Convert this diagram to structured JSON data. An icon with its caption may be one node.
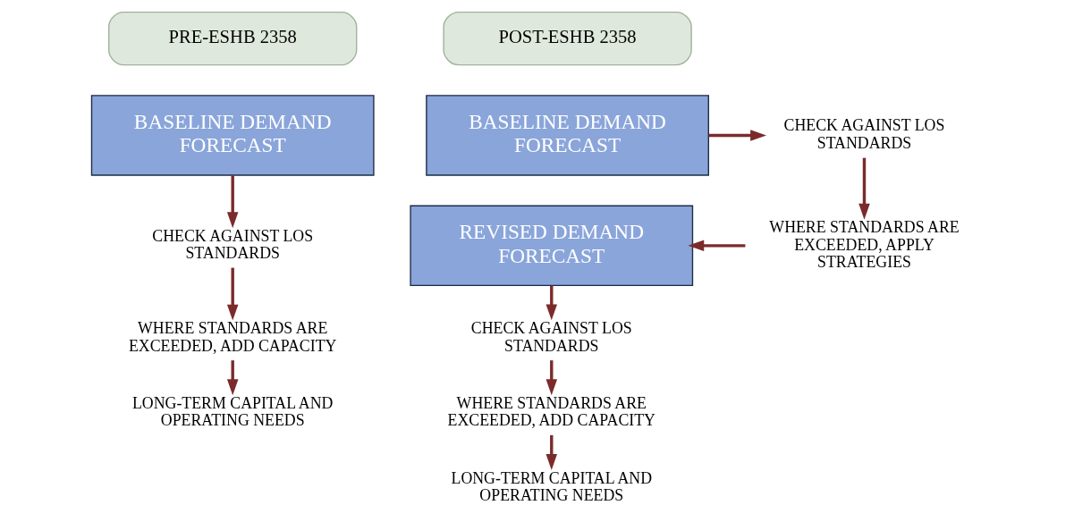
{
  "diagram": {
    "nodes": [
      {
        "text": [
          "PRE-ESHB 2358"
        ]
      },
      {
        "text": [
          "BASELINE DEMAND FORECAST"
        ]
      },
      {
        "text": [
          "CHECK AGAINST LOS STANDARDS"
        ]
      },
      {
        "text": [
          "WHERE STANDARDS ARE EXCEEDED, ADD CAPACITY"
        ]
      },
      {
        "text": [
          "LONG-TERM CAPITAL AND OPERATING NEEDS"
        ]
      },
      {
        "text": [
          "POST-ESHB 2358"
        ]
      },
      {
        "text": [
          "BASELINE DEMAND FORECAST"
        ]
      },
      {
        "text": [
          "CHECK AGAINST LOS STANDARDS"
        ]
      },
      {
        "text": [
          "WHERE STANDARDS ARE EXCEEDED, APPLY STRATEGIES"
        ]
      },
      {
        "text": [
          "REVISED DEMAND FORECAST"
        ]
      },
      {
        "text": [
          "CHECK AGAINST LOS STANDARDS"
        ]
      },
      {
        "text": [
          "WHERE STANDARDS ARE EXCEEDED, ADD CAPACITY"
        ]
      },
      {
        "text": [
          "LONG-TERM CAPITAL AND OPERATING NEEDS"
        ]
      }
    ],
    "edges": [
      {
        "from": 1,
        "to": 2,
        "arrow": "to"
      },
      {
        "from": 2,
        "to": 3,
        "arrow": "to"
      },
      {
        "from": 3,
        "to": 4,
        "arrow": "to"
      },
      {
        "from": 6,
        "to": 7,
        "arrow": "to"
      },
      {
        "from": 7,
        "to": 8,
        "arrow": "to"
      },
      {
        "from": 8,
        "to": 9,
        "arrow": "to"
      },
      {
        "from": 9,
        "to": 10,
        "arrow": "to"
      },
      {
        "from": 10,
        "to": 11,
        "arrow": "to"
      },
      {
        "from": 11,
        "to": 12,
        "arrow": "to"
      }
    ]
  }
}
